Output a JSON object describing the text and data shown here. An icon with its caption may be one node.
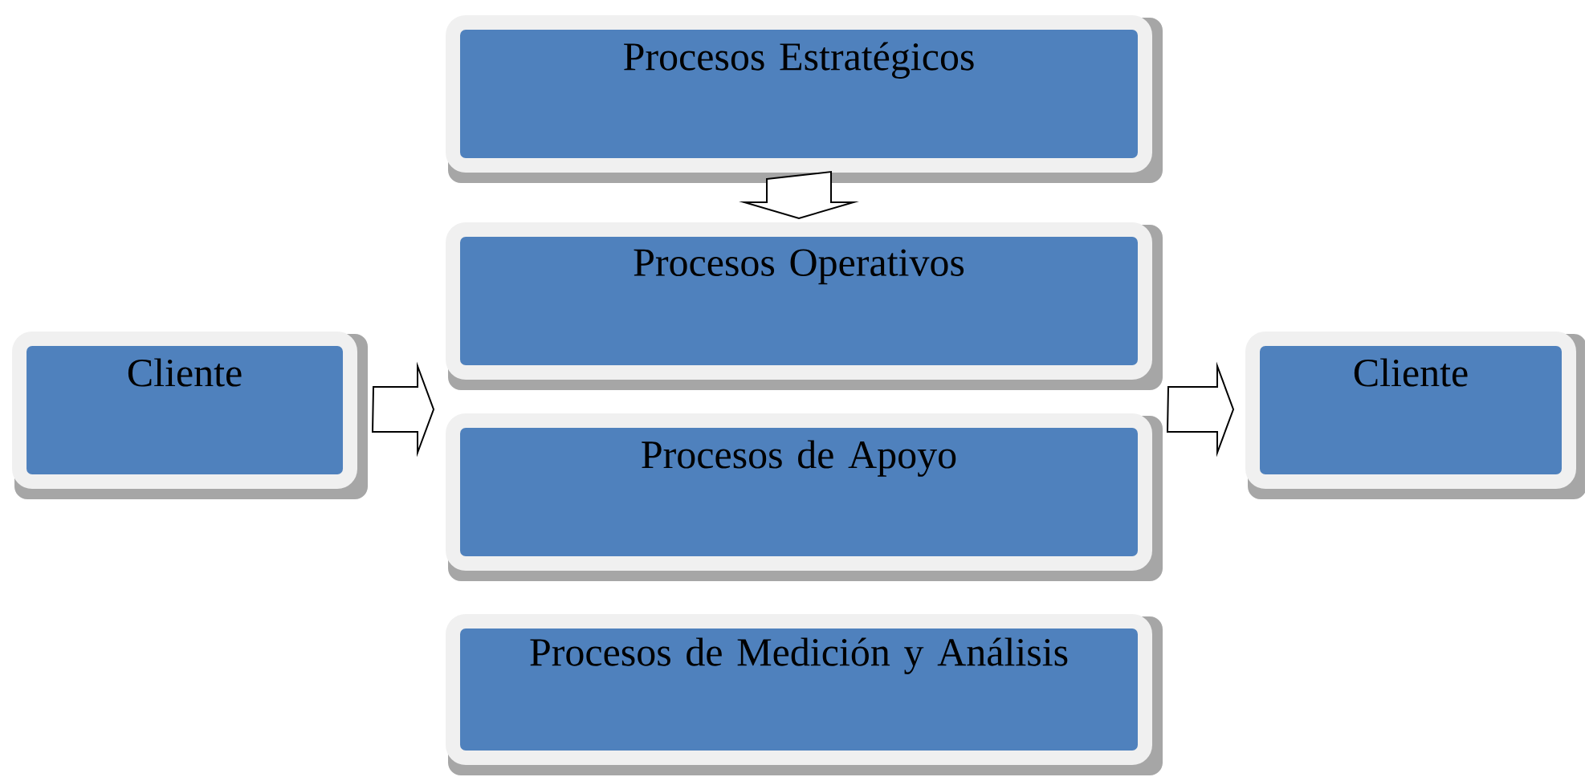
{
  "diagram": {
    "nodes": [
      {
        "text": [
          "Procesos Estratégicos"
        ]
      },
      {
        "text": [
          "Procesos Operativos"
        ]
      },
      {
        "text": [
          "Procesos de Apoyo"
        ]
      },
      {
        "text": [
          "Procesos de Medición y Análisis"
        ]
      },
      {
        "text": [
          "Cliente"
        ]
      },
      {
        "text": [
          "Cliente"
        ]
      }
    ],
    "edges": [
      {
        "from": 0,
        "to": 1,
        "arrow": "to"
      },
      {
        "from": 4,
        "to": 1,
        "arrow": "to"
      },
      {
        "from": 1,
        "to": 5,
        "arrow": "to"
      }
    ]
  }
}
